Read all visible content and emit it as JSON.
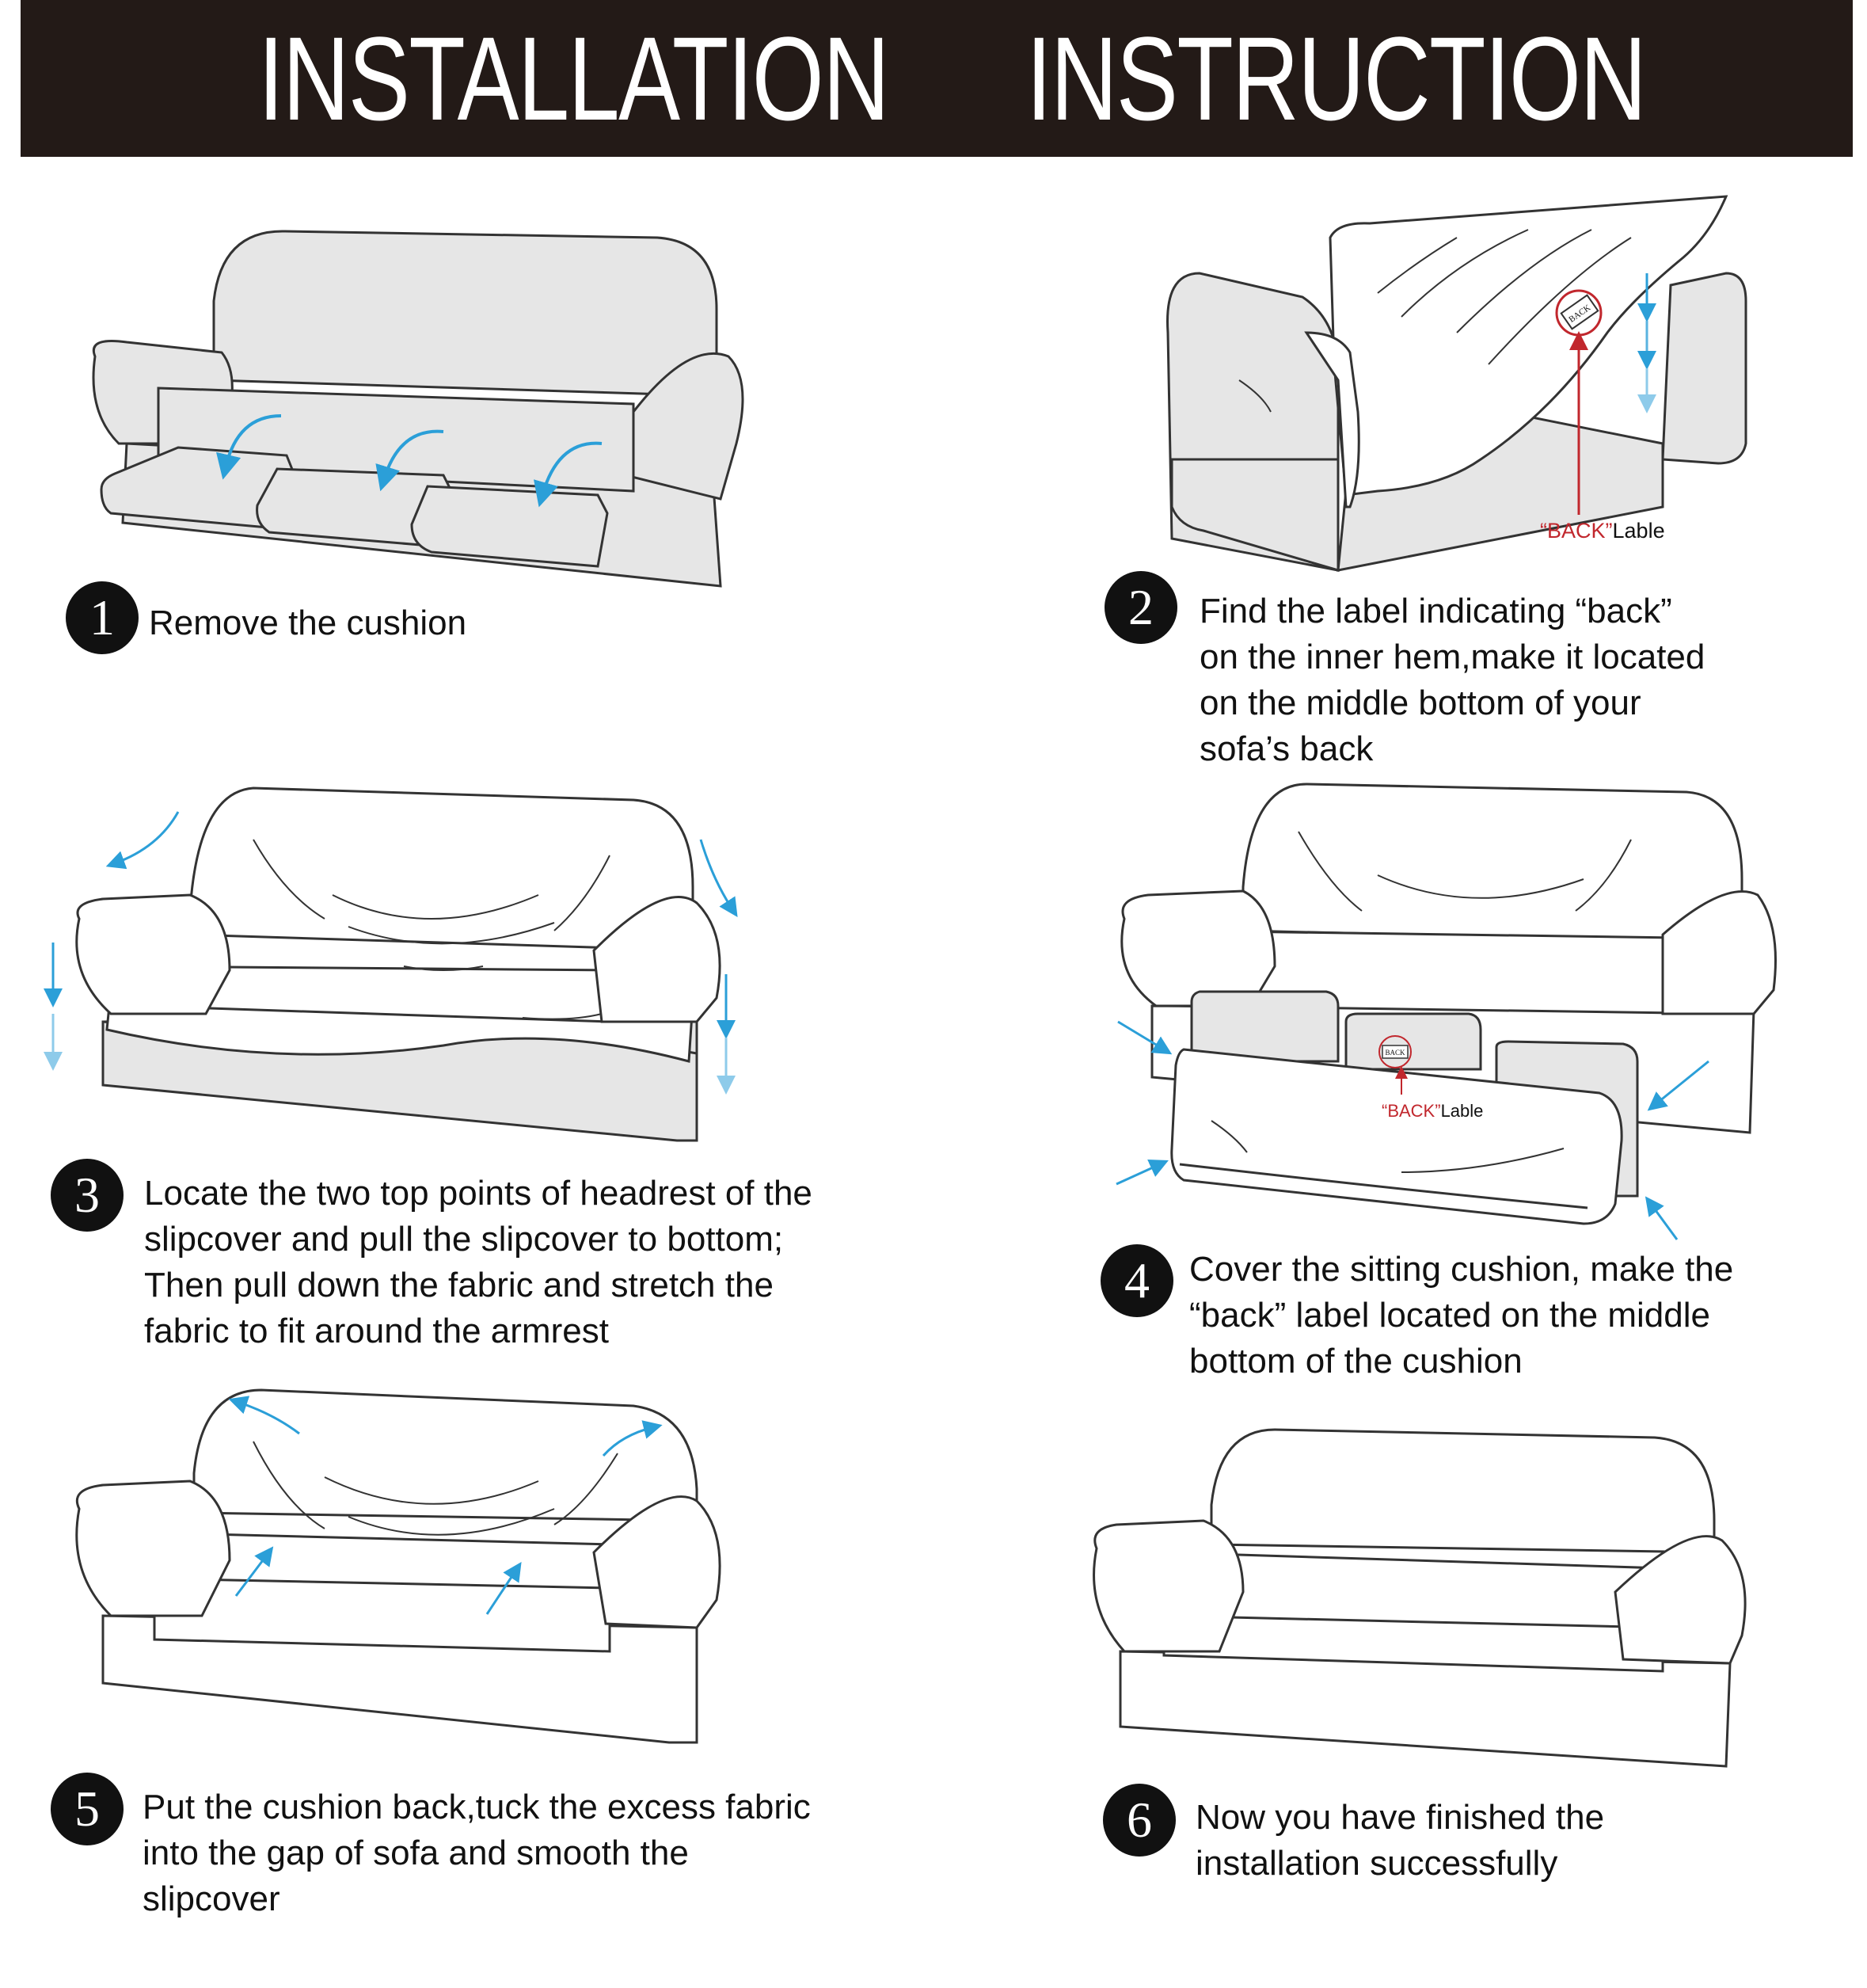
{
  "banner": {
    "word1": "INSTALLATION",
    "word2": "INSTRUCTION"
  },
  "steps": [
    {
      "number": "1",
      "lines": [
        "Remove the cushion"
      ]
    },
    {
      "number": "2",
      "lines": [
        "Find the label indicating “back”",
        "on the inner hem,make it located",
        "on the middle bottom of your",
        "sofa’s back"
      ]
    },
    {
      "number": "3",
      "lines": [
        "Locate the two top points of headrest of the",
        "slipcover and pull the slipcover to bottom;",
        "Then pull down the fabric and stretch the",
        "fabric to fit around the armrest"
      ]
    },
    {
      "number": "4",
      "lines": [
        "Cover the sitting cushion, make the",
        "“back” label located on the middle",
        "bottom of the cushion"
      ]
    },
    {
      "number": "5",
      "lines": [
        "Put the cushion back,tuck the excess fabric",
        "into the gap of sofa and smooth the",
        "slipcover"
      ]
    },
    {
      "number": "6",
      "lines": [
        "Now you have finished the",
        "installation successfully"
      ]
    }
  ],
  "labels": {
    "back_quote_open": "“BACK”",
    "back_suffix": "Lable",
    "tag_text": "BACK"
  },
  "colors": {
    "banner": "#231a17",
    "arrow": "#2b9fd8",
    "arrow_light": "#8ecbea",
    "label_red": "#c1272d",
    "fill_gray": "#e6e6e6"
  }
}
